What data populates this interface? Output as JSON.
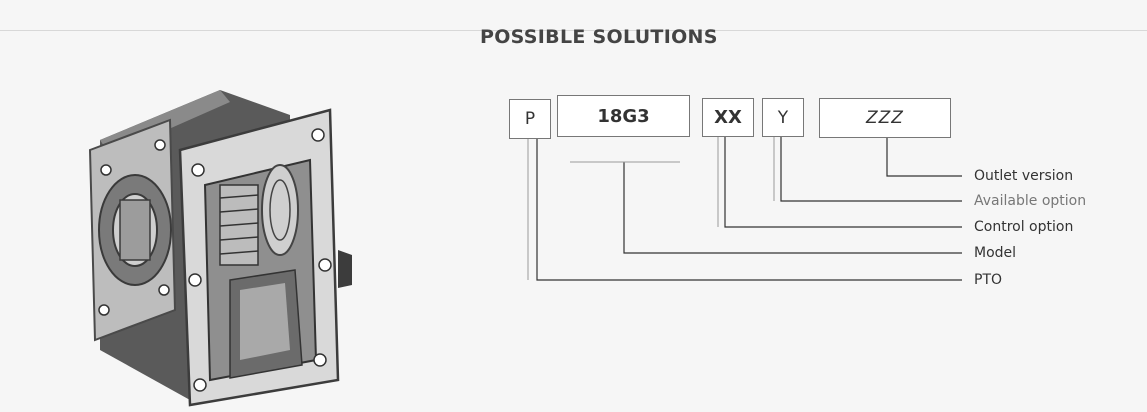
{
  "title": "POSSIBLE SOLUTIONS",
  "code": {
    "p": "P",
    "model": "18G3",
    "control": "XX",
    "option": "Y",
    "outlet": "ZZZ"
  },
  "labels": {
    "outlet_version": "Outlet version",
    "available_option": "Available option",
    "control_option": "Control option",
    "model": "Model",
    "pto": "PTO"
  }
}
